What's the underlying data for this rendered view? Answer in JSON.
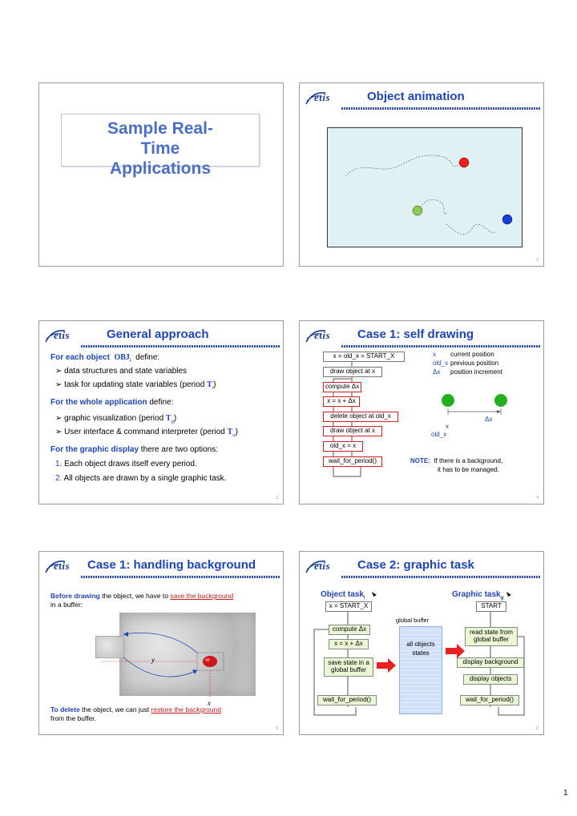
{
  "s1": {
    "title": "Sample Real-Time Applications"
  },
  "s2": {
    "title": "Object animation",
    "page": "2"
  },
  "s3": {
    "title": "General approach",
    "page": "3",
    "for_each_pre": "For each object",
    "obj": "OBJ",
    "obj_sub": "i",
    "define": "define:",
    "b1": "data structures and state variables",
    "b2_pre": "task for updating state variables (period ",
    "b2_T": "T",
    "b2_sub": "i",
    "b2_post": ")",
    "whole_pre": "For the whole application",
    "whole_post": " define:",
    "b3_pre": "graphic visualization (period ",
    "b3_T": "T",
    "b3_sub": "g",
    "b3_post": ")",
    "b4_pre": "User interface & command interpreter (period ",
    "b4_T": "T",
    "b4_sub": "u",
    "b4_post": ")",
    "display_pre": "For the graphic display",
    "display_post": " there are two options:",
    "o1_n": "1.",
    "o1": "Each object draws itself every period.",
    "o2_n": "2.",
    "o2": "All objects are drawn by a single graphic task."
  },
  "s4": {
    "title": "Case 1: self drawing",
    "page": "4",
    "flow": [
      "x = old_x = START_X",
      "draw object at x",
      "compute Δx",
      "x = x + Δx",
      "delete object at old_x",
      "draw object at x",
      "old_x = x",
      "wait_for_period()"
    ],
    "leg_x": "x",
    "leg_x_d": "current position",
    "leg_old": "old_x",
    "leg_old_d": "previous position",
    "leg_dx": "Δx",
    "leg_dx_d": "position increment",
    "fig_dx": "Δx",
    "fig_x": "x",
    "fig_old": "old_x",
    "note_label": "NOTE:",
    "note1": "If there is a background,",
    "note2": "it has to be managed."
  },
  "s5": {
    "title": "Case 1: handling background",
    "page": "5",
    "p1a": "Before drawing",
    "p1b": " the object, we have to ",
    "p1c": "save the background",
    "p1d": "in a buffer:",
    "y": "y",
    "x": "x",
    "p2a": "To delete",
    "p2b": " the object, we can just ",
    "p2c": "restore the background",
    "p2d": "from the buffer."
  },
  "s6": {
    "title": "Case 2: graphic task",
    "page": "6",
    "obj_task": "Object task",
    "obj_sub": "i",
    "gfx_task": "Graphic task",
    "gfx_sub": "g",
    "obj_flow": [
      "x = START_X",
      "compute Δx",
      "x = x + Δx",
      "save state in a global buffer",
      "wait_for_period()"
    ],
    "gbuf_label": "global buffer",
    "gbuf_text": "all objects states",
    "gfx_flow": [
      "START",
      "read state from global buffer",
      "display background",
      "display objects",
      "wait_for_period()"
    ]
  },
  "footer": {
    "page": "1"
  }
}
